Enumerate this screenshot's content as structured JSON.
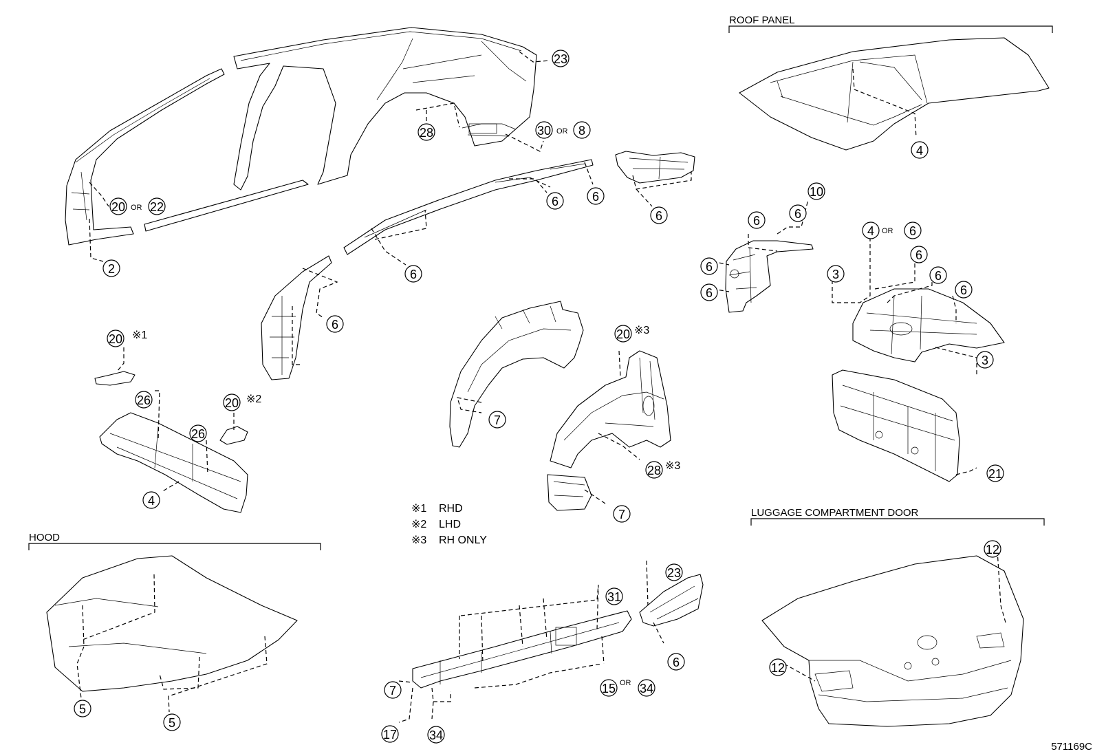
{
  "diagram_id": "571169C",
  "sections": {
    "roof": "ROOF PANEL",
    "luggage": "LUGGAGE COMPARTMENT DOOR",
    "hood": "HOOD"
  },
  "connector_or": "OR",
  "notes": [
    {
      "mark": "※1",
      "text": "RHD"
    },
    {
      "mark": "※2",
      "text": "LHD"
    },
    {
      "mark": "※3",
      "text": "RH ONLY"
    }
  ],
  "marks": {
    "m1": "※1",
    "m2": "※2",
    "m3": "※3"
  },
  "callouts": {
    "c23a": "23",
    "c28a": "28",
    "c30": "30",
    "c8": "8",
    "c20a": "20",
    "c22": "22",
    "c2": "2",
    "c6a": "6",
    "c6b": "6",
    "c6c": "6",
    "c6d": "6",
    "c6e": "6",
    "c4roof": "4",
    "c10": "10",
    "c6f": "6",
    "c6g": "6",
    "c6h": "6",
    "c6i": "6",
    "c4or": "4",
    "c6j": "6",
    "c3a": "3",
    "c6k": "6",
    "c6l": "6",
    "c6m": "6",
    "c3b": "3",
    "c20b": "20",
    "c26a": "26",
    "c20c": "20",
    "c26b": "26",
    "c4cowl": "4",
    "c7a": "7",
    "c20d": "20",
    "c28b": "28",
    "c7b": "7",
    "c21": "21",
    "c12a": "12",
    "c12b": "12",
    "c5a": "5",
    "c5b": "5",
    "c31": "31",
    "c23b": "23",
    "c6n": "6",
    "c7c": "7",
    "c15": "15",
    "c34a": "34",
    "c17": "17",
    "c34b": "34"
  }
}
